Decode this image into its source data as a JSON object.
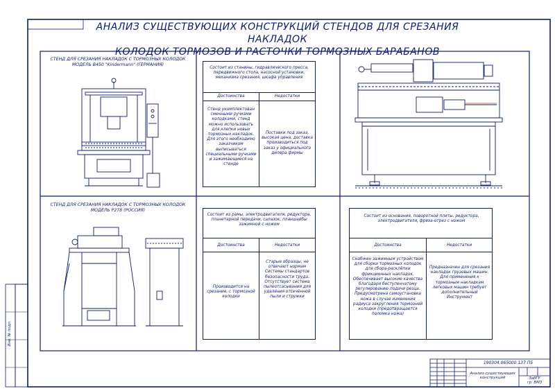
{
  "title": {
    "line1": "АНАЛИЗ СУЩЕСТВУЮЩИХ КОНСТРУКЦИЙ СТЕНДОВ ДЛЯ СРЕЗАНИЯ НАКЛАДОК",
    "line2": "КОЛОДОК ТОРМОЗОВ И РАСТОЧКИ ТОРМОЗНЫХ БАРАБАНОВ"
  },
  "panels": {
    "stand1": {
      "caption1": "СТЕНД ДЛЯ СРЕЗАНИЯ НАКЛАДОК С ТОРМОЗНЫХ КОЛОДОК",
      "caption2": "МОДЕЛЬ В450 \"Kindermann\" (ГЕРМАНИЯ)",
      "desc": "Состоит из станины, гидравлического пресса, передвижного стола, насосной установки, механизма срезания, шкафа управления",
      "col_left": "Достоинства",
      "col_right": "Недостатки",
      "pros": "Стенд укомплектован сменными ручками колодками, стенд можно использовать для клепки новых тормозных накладок. Для этого необходимо заказчиком выписываться специальными ручками и зажимающиеся на стенде",
      "cons": "Поставки под заказ, высокая цена, доставка производиться под заказ у официального дилера фирмы"
    },
    "stand2": {
      "caption1": "СТЕНД ДЛЯ СРЕЗАНИЯ НАКЛАДОК С ТОРМОЗНЫХ КОЛОДОК",
      "caption2": "МОДЕЛЬ Р278 (РОССИЯ)",
      "desc": "Состоит из рамы, электродвигателя, редуктора, планетарной передачи, салазок, планшайбы зажимной с ножом",
      "col_left": "Достоинства",
      "col_right": "Недостатки",
      "pros": "Производится на срезание, с тормозной колодки",
      "cons": "Старые образцы, не отвечают нормам Системы стандартов безопасности труда. Отсутствует система пылеотсасывания для удаления отсечённой пыли и стружки"
    },
    "stand3": {
      "desc": "Состоит из основания, поворотной плиты, редуктора, электродвигателя, фреза-отрез с ножом",
      "col_left": "Достоинства",
      "col_right": "Недостатки",
      "pros": "Снабжен зажимным устройством для сборки тормозных колодок для сбора-расклёпки фрикционных накладок. Обеспечивает высокие качества благодаря беступенчатому регулированию подачи резца. Предусмотрена самоустановка ножа в случае изменения радиуса закругления тормозной колодки (предотвращается поломка ножа)",
      "cons": "Предназначен для срезания накладок грузовых машин. Для применения к тормозным накладкам легковых машин требует дополнительный Инструмент"
    }
  },
  "title_block": {
    "doc_code": "190304.065000.137 П5",
    "name_line1": "Анализ существующих",
    "name_line2": "конструкций",
    "org_line1": "ЗабГУ",
    "org_line2": "гр. ВМЗ"
  },
  "side_strip": {
    "label": "Инв. № подл."
  }
}
